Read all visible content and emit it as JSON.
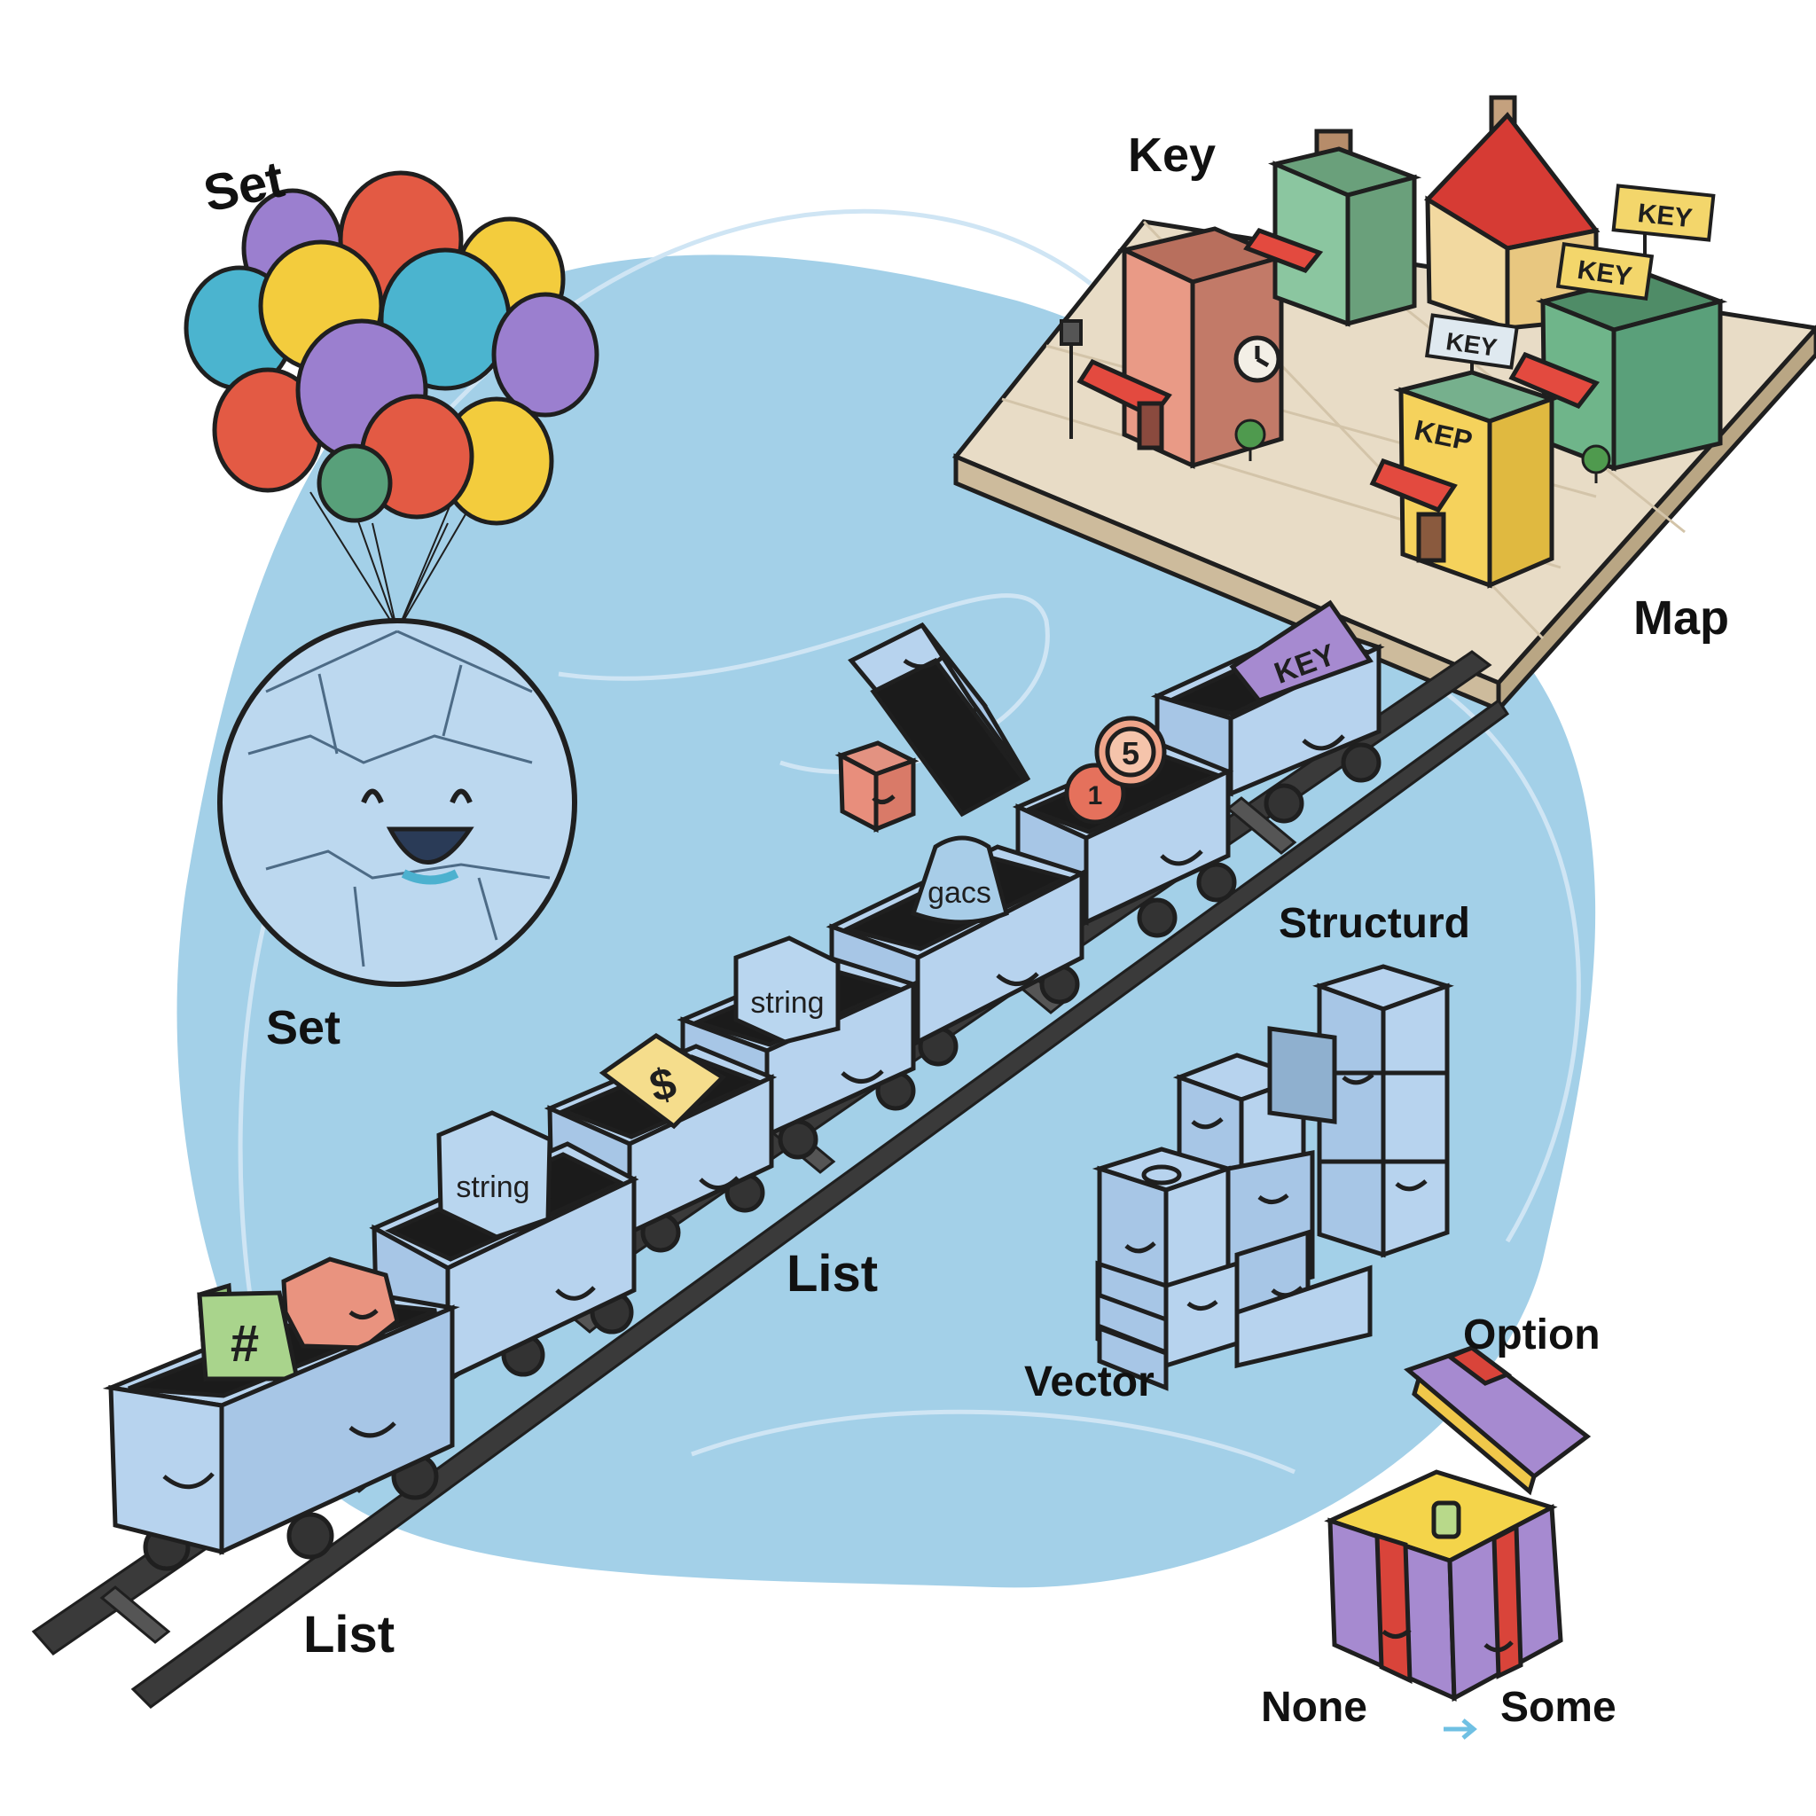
{
  "labels": {
    "set_top": "Set",
    "set_bottom": "Set",
    "key": "Key",
    "map": "Map",
    "structured": "Structurd",
    "list_middle": "List",
    "list_bottom": "List",
    "vector": "Vector",
    "option": "Option",
    "none": "None",
    "some": "Some"
  },
  "signs": {
    "key_1": "KEY",
    "key_2": "KEY",
    "key_3": "KEY",
    "kep": "KEP",
    "cargo_key": "KEY"
  },
  "cargo": {
    "hash": "#",
    "dollar": "$",
    "string_1": "string",
    "string_2": "string",
    "gacs": "gacs",
    "coin_big": "5",
    "coin_small": "1"
  },
  "colors": {
    "blob": "#a3d0e8",
    "cart": "#b7d3ee",
    "outline": "#1f1f1f",
    "plaza": "#e8dcc6",
    "gift": "#a68ad0",
    "ribbon": "#d9443a"
  }
}
